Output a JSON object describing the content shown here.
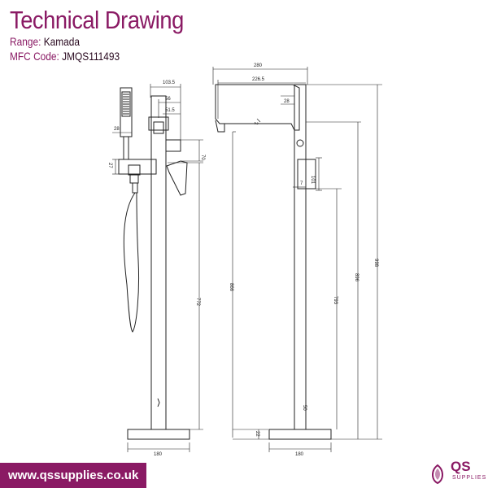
{
  "header": {
    "title": "Technical Drawing",
    "range_label": "Range:",
    "range_value": "Kamada",
    "mfc_label": "MFC Code:",
    "mfc_value": "JMQS111493"
  },
  "footer": {
    "url": "www.qssupplies.co.uk"
  },
  "logo": {
    "brand": "QS",
    "sub": "SUPPLIES"
  },
  "colors": {
    "brand": "#8a1a64",
    "line": "#222222"
  },
  "dimensions": {
    "d_1035": "103.5",
    "d_56": "56",
    "d_515": "51.5",
    "d_28_side": "28",
    "d_70": "70",
    "d_27": "27",
    "d_772": "772",
    "d_180_side": "180",
    "d_280": "280",
    "d_2265": "226.5",
    "d_28_front": "28",
    "d_2": "2",
    "d_101": "101",
    "d_7": "7",
    "d_866": "866",
    "d_793": "793",
    "d_896": "896",
    "d_998": "998",
    "d_50": "50",
    "d_22": "22",
    "d_180_front": "180"
  }
}
